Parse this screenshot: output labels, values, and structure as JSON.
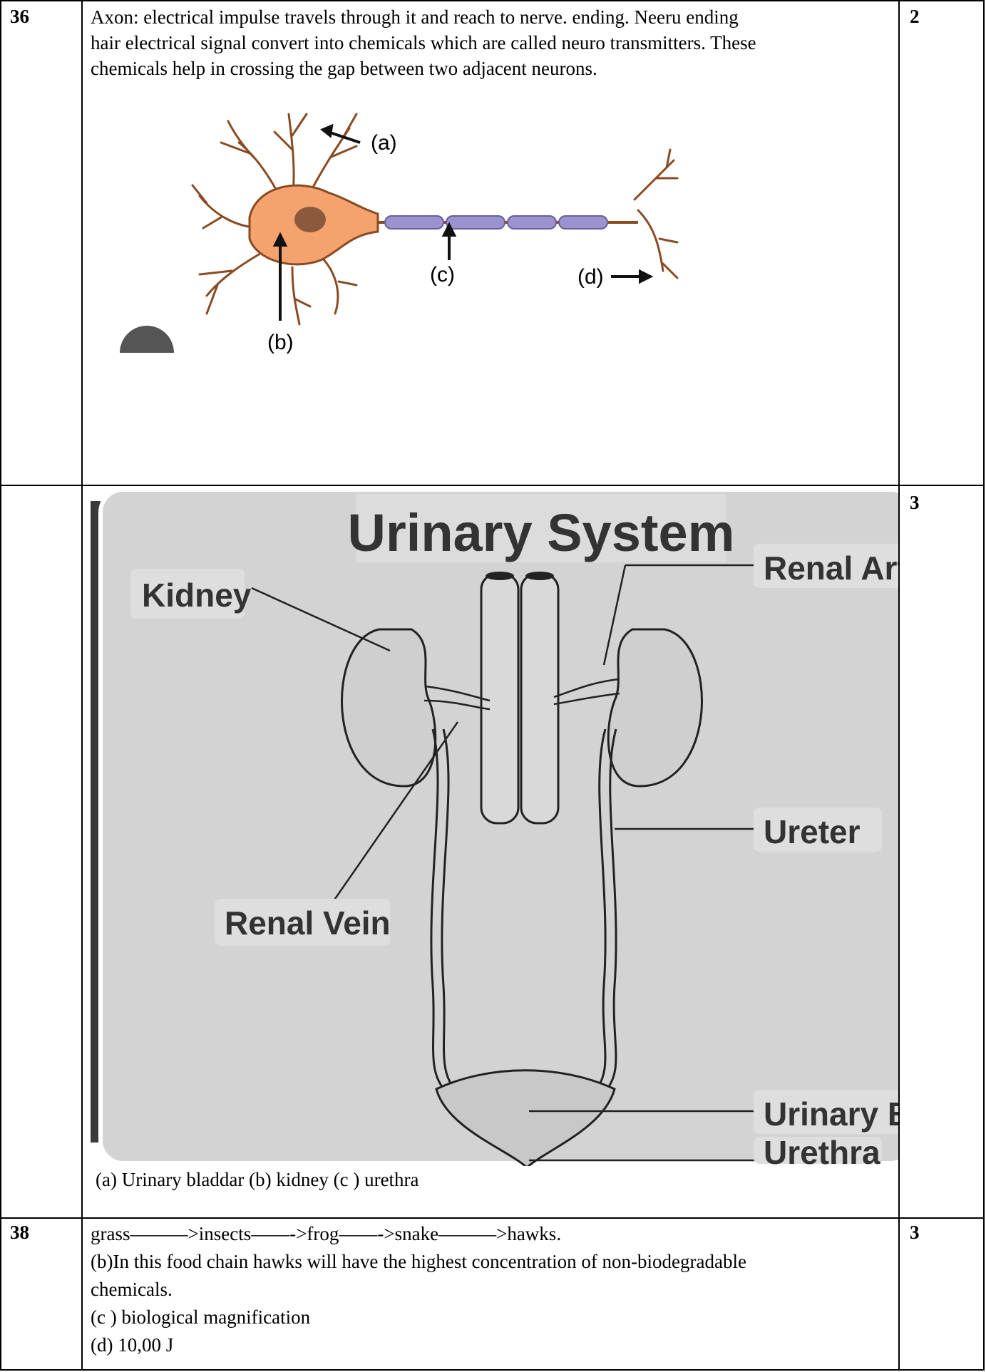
{
  "rows": [
    {
      "question_no": "36",
      "marks": "2",
      "answer_lines": [
        "Axon: electrical impulse travels through it and reach to nerve. ending. Neeru ending",
        "hair electrical signal convert into chemicals which are called neuro transmitters. These",
        "chemicals help in crossing the gap between two adjacent neurons."
      ],
      "neuron_labels": {
        "a": "(a)",
        "b": "(b)",
        "c": "(c)",
        "d": "(d)"
      }
    },
    {
      "question_no": "",
      "marks": "3",
      "diagram": {
        "title": "Urinary System",
        "labels": {
          "kidney": "Kidney",
          "renal_artery": "Renal Art",
          "ureter": "Ureter",
          "renal_vein": "Renal Vein",
          "urinary_bladder": "Urinary B",
          "urethra": "Urethra"
        }
      },
      "caption": "(a) Urinary bladdar   (b) kidney   (c ) urethra"
    },
    {
      "question_no": "38",
      "marks": "3",
      "answer_lines": [
        "grass———>insects——->frog——->snake———>hawks.",
        "(b)In this food chain hawks will have the highest concentration of non-biodegradable",
        "chemicals.",
        "(c ) biological magnification",
        "(d)  10,00 J"
      ]
    }
  ]
}
